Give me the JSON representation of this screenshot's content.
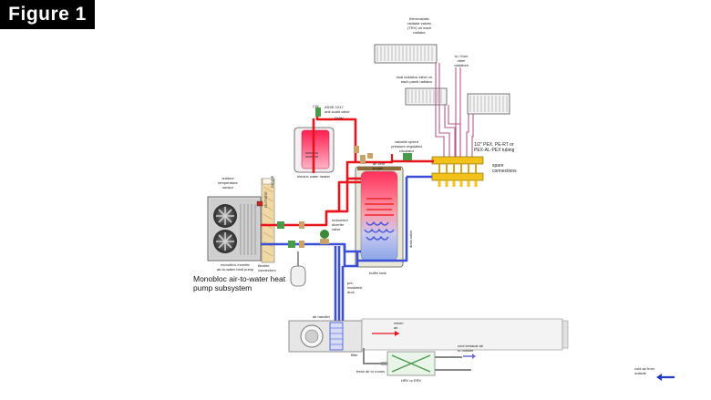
{
  "figure_label": "Figure 1",
  "labels": {
    "trv": [
      "thermostatic",
      "radiator valves",
      "(TRV) on each",
      "radiator"
    ],
    "to_from": [
      "to / from",
      "other",
      "radiators"
    ],
    "dual_isolation": [
      "dual isolation valve on",
      "each panel radiator"
    ],
    "asse": [
      "ASSE 1017",
      "anti-scald valve"
    ],
    "dhw": "DHW",
    "cw": "CW",
    "electric_heater": "electric water heater",
    "circulator": [
      "variable speed",
      "pressure-regulated",
      "circulator"
    ],
    "pex": [
      "1/2\" PEX, PE-RT or",
      "PEX-AL-PEX tubing"
    ],
    "spare": [
      "spare",
      "connections"
    ],
    "air_vent": [
      "air vent",
      "purger"
    ],
    "outdoor_sensor": [
      "outdoor",
      "temperature",
      "sensor"
    ],
    "outside": "OUTSIDE",
    "inside": "INSIDE",
    "diverter": [
      "motorized",
      "diverter",
      "valve"
    ],
    "inverter_caption": [
      "monobloc inverter",
      "air-to-water heat pump"
    ],
    "flexible": [
      "flexible",
      "connectors"
    ],
    "subsystem": [
      "Monobloc air-to-water heat",
      "pump subsystem"
    ],
    "buffer": "buffer tank",
    "drain": "drain valve",
    "pre_insulated": [
      "pre-",
      "insulated",
      "duct"
    ],
    "air_handler": "air handler",
    "return_air": [
      "return",
      "air"
    ],
    "filter": "filter",
    "cool_exhaust": [
      "cool exhaust air",
      "to outside"
    ],
    "fresh_air_to": "fresh air to rooms",
    "hrv": "HRV or ERV",
    "cold_air": [
      "cold air from",
      "outside"
    ]
  },
  "colors": {
    "supply": "#e8141b",
    "return": "#3a4fd6",
    "radiator_pipes": "#b55a86",
    "manifold": "#f2c21b",
    "tank_hot": "#ff3b6b"
  }
}
